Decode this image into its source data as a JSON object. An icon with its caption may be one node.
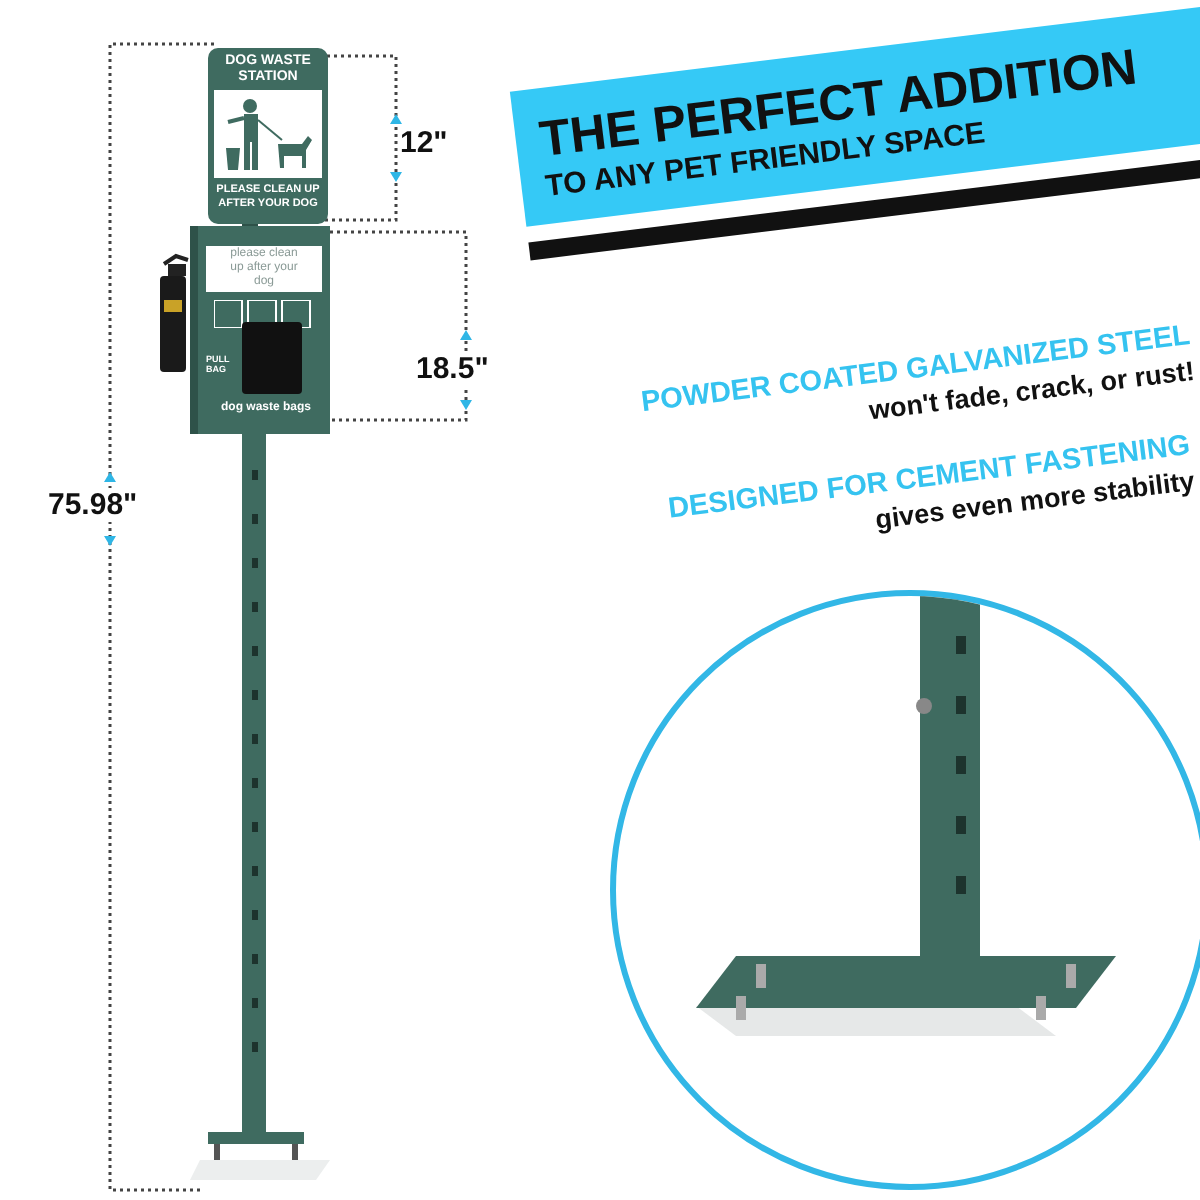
{
  "diagram": {
    "nodes": [
      {
        "text": [
          "THE PERFECT ADDITION",
          "TO ANY PET FRIENDLY SPACE"
        ]
      },
      {
        "text": [
          "DOG WASTE STATION",
          "PLEASE CLEAN UP AFTER YOUR DOG"
        ]
      },
      {
        "text": [
          "please clean up after your dog",
          "PULL BAG",
          "dog waste bags"
        ]
      },
      {
        "text": [],
        "shape": "circle"
      }
    ],
    "labels": [
      "12\"",
      "18.5\"",
      "75.98\"",
      "POWDER COATED GALVANIZED STEEL",
      "won't fade, crack, or rust!",
      "DESIGNED FOR CEMENT FASTENING",
      "gives even more stability"
    ]
  }
}
